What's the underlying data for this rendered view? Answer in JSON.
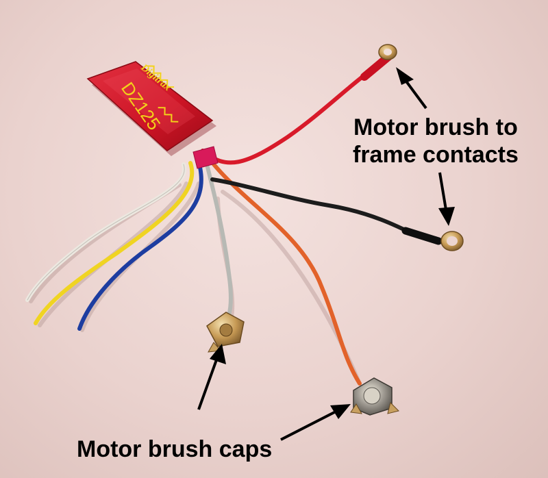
{
  "decoder": {
    "brand": "Digitrax",
    "model": "DZ125",
    "color": "#d8182a",
    "print_color": "#f2d21a"
  },
  "labels": {
    "frame_contacts_line1": "Motor brush to",
    "frame_contacts_line2": "frame contacts",
    "brush_caps": "Motor brush caps"
  },
  "wires": {
    "red": "#d81a2a",
    "black": "#1c1c1c",
    "orange": "#e2622a",
    "gray": "#b7b9b4",
    "white": "#ece8e0",
    "yellow": "#f0d422",
    "blue": "#1d3da0",
    "sleeve": "#d81a5a"
  },
  "hardware": {
    "metal": "#c49a58",
    "metal_light": "#eecf95"
  }
}
